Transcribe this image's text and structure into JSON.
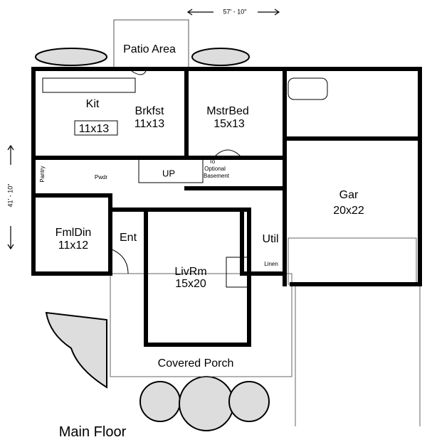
{
  "title": "Main Floor",
  "dimensions": {
    "width": "57' - 10\"",
    "depth": "41' - 10\""
  },
  "rooms": {
    "patio": "Patio Area",
    "kitchen": {
      "name": "Kit",
      "size": "11x13"
    },
    "breakfast": {
      "name": "Brkfst",
      "size": "11x13"
    },
    "master_bed": {
      "name": "MstrBed",
      "size": "15x13"
    },
    "pantry": "Pantry",
    "powder": "Pwdr",
    "stairs": "UP",
    "basement": [
      "To",
      "Optional",
      "Basement"
    ],
    "garage": {
      "name": "Gar",
      "size": "20x22"
    },
    "family_dining": {
      "name": "FmlDin",
      "size": "11x12"
    },
    "entry": "Ent",
    "utility": "Util",
    "linen": "Linen",
    "living_room": {
      "name": "LivRm",
      "size": "15x20"
    },
    "porch": "Covered Porch"
  }
}
